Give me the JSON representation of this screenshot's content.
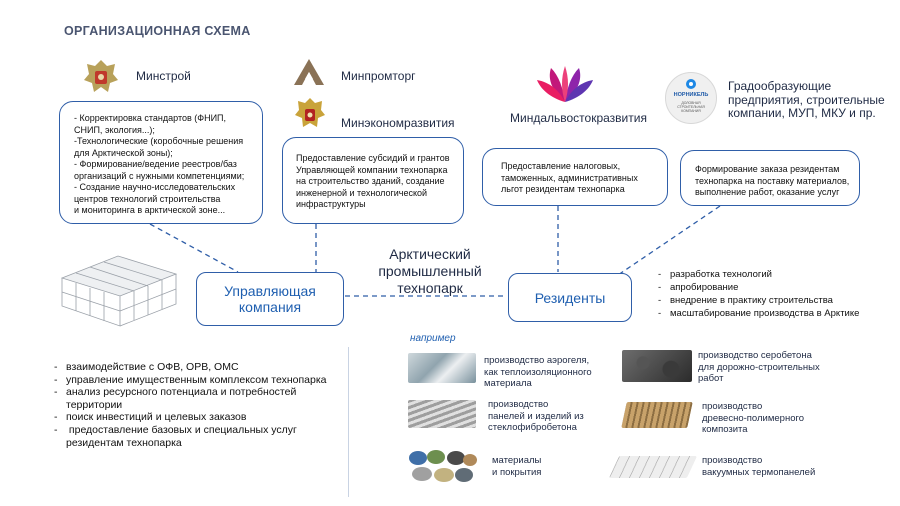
{
  "title": "ОРГАНИЗАЦИОННАЯ СХЕМА",
  "orgs": {
    "minstroy": "Минстрой",
    "minpromtorg": "Минпромторг",
    "minekonom": "Минэкономразвития",
    "mindal": "Миндальвостокразвития",
    "gorod": [
      "Градообразующие",
      "предприятия, строительные",
      "компании, МУП, МКУ и пр."
    ]
  },
  "logo_text": {
    "nornickel": "НОРНИКЕЛЬ",
    "nornickel_sub": "ДОЛОВНАЯ СТРОИТЕЛЬНАЯ КОМПАНИЯ"
  },
  "boxes": {
    "minstroy": [
      "- Корректировка стандартов (ФНИП,",
      "СНИП, экология...);",
      "-Технологические (коробочные решения",
      "для Арктической зоны);",
      "- Формирование/ведение реестров/баз",
      "организаций с нужными компетенциями;",
      "- Создание научно-исследовательских",
      "центров технологий строительства",
      "и мониторинга в арктической зоне..."
    ],
    "minek": [
      "Предоставление субсидий и грантов",
      "Управляющей компании технопарка",
      "на строительство зданий, создание",
      "инженерной и технологической",
      "инфраструктуры"
    ],
    "mindal": [
      "Предоставление налоговых,",
      "таможенных, административных",
      "льгот резидентам технопарка"
    ],
    "gorod": [
      "Формирование заказа резидентам",
      "технопарка на поставку материалов,",
      "выполнение работ, оказание услуг"
    ]
  },
  "center_title": [
    "Арктический",
    "промышленный",
    "технопарк"
  ],
  "hubs": {
    "management": [
      "Управляющая",
      "компания"
    ],
    "residents": "Резиденты"
  },
  "residents_list": [
    "разработка технологий",
    "апробирование",
    "внедрение в практику строительства",
    "масштабирование производства в Арктике"
  ],
  "management_list": [
    "взаимодействие с ОФВ, ОРВ, ОМС",
    "управление имущественным комплексом технопарка",
    "анализ ресурсного потенциала и потребностей территории",
    "поиск инвестиций и целевых заказов",
    " предоставление базовых и специальных услуг резидентам технопарка"
  ],
  "example_label": "например",
  "products": [
    [
      "производство аэрогеля,",
      "как теплоизоляционного",
      "материала"
    ],
    [
      "производство",
      "панелей и изделий из",
      "стеклофибробетона"
    ],
    [
      "материалы",
      "и покрытия"
    ],
    [
      "производство серобетона",
      "для дорожно-строительных",
      "работ"
    ],
    [
      "производство",
      "древесно-полимерного",
      "композита"
    ],
    [
      "производство",
      "вакуумных термопанелей"
    ]
  ],
  "colors": {
    "accent": "#2f5ea8",
    "hub_text": "#1f5fb0",
    "title": "#4a5570"
  }
}
